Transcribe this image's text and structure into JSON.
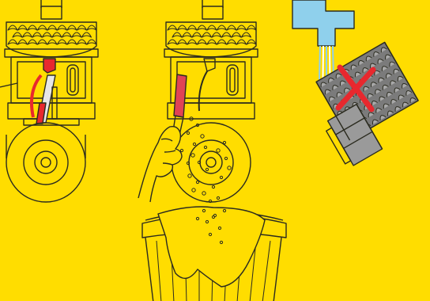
{
  "illustration": {
    "colors": {
      "background": "#FFDD00",
      "line": "#2b2b1f",
      "accent_red": "#E8282E",
      "brush_red": "#E04355",
      "tool_black": "#222222",
      "tool_silver": "#e7e7e7",
      "water_blue": "#8fd0ec",
      "filter_gray": "#7b7b7b",
      "cross_red": "#E8282E"
    },
    "panels": [
      {
        "id": "wand-tool-cleaning-step",
        "icon": "wand-brush-icon"
      },
      {
        "id": "brush-cleaning-step",
        "icon": "brush-icon"
      },
      {
        "id": "dust-into-bin-step",
        "icon": "bin-icon"
      },
      {
        "id": "do-not-wash-filter-warning",
        "icon": "prohibited-cross-icon"
      }
    ]
  }
}
